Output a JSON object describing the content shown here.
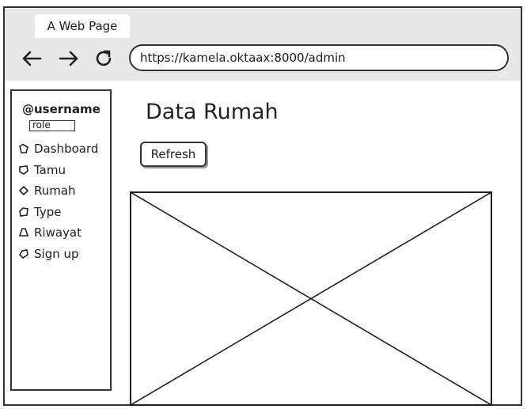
{
  "browser": {
    "tab_title": "A Web Page",
    "url": "https://kamela.oktaax:8000/admin",
    "icons": {
      "back": "arrow-left-icon",
      "forward": "arrow-right-icon",
      "reload": "reload-icon"
    }
  },
  "sidebar": {
    "username": "@username",
    "role": "role",
    "items": [
      {
        "label": "Dashboard",
        "icon": "dashboard-icon"
      },
      {
        "label": "Tamu",
        "icon": "tamu-icon"
      },
      {
        "label": "Rumah",
        "icon": "rumah-icon"
      },
      {
        "label": "Type",
        "icon": "type-icon"
      },
      {
        "label": "Riwayat",
        "icon": "riwayat-icon"
      },
      {
        "label": "Sign up",
        "icon": "sign-up-icon"
      }
    ]
  },
  "main": {
    "title": "Data Rumah",
    "refresh_label": "Refresh"
  }
}
